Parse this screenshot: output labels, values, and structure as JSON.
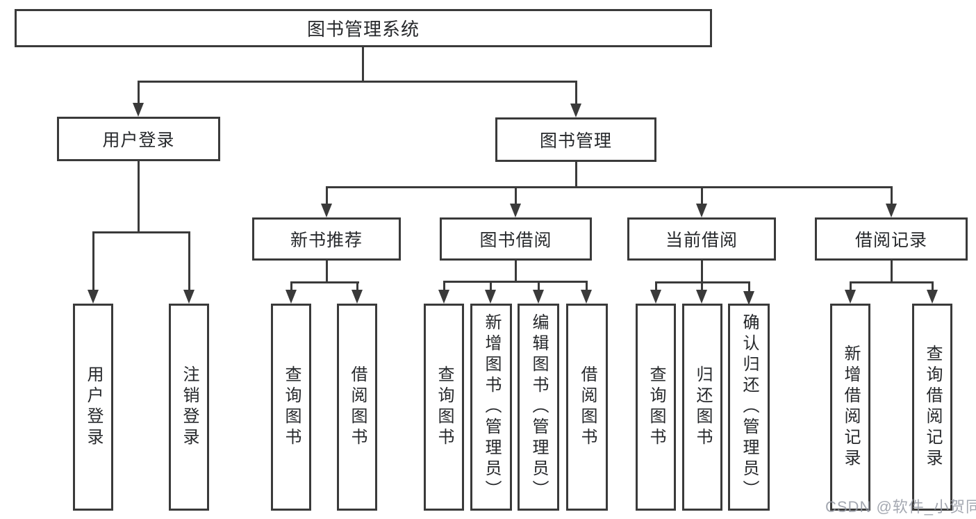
{
  "tree": {
    "root": "图书管理系统",
    "children": [
      {
        "label": "用户登录",
        "children": [
          "用户登录",
          "注销登录"
        ]
      },
      {
        "label": "图书管理",
        "children": [
          {
            "label": "新书推荐",
            "children": [
              "查询图书",
              "借阅图书"
            ]
          },
          {
            "label": "图书借阅",
            "children": [
              "查询图书",
              "新增图书（管理员）",
              "编辑图书（管理员）",
              "借阅图书"
            ]
          },
          {
            "label": "当前借阅",
            "children": [
              "查询图书",
              "归还图书",
              "确认归还（管理员）"
            ]
          },
          {
            "label": "借阅记录",
            "children": [
              "新增借阅记录",
              "查询借阅记录"
            ]
          }
        ]
      }
    ]
  },
  "watermark": {
    "text": "CSDN @软件_小贺同学"
  },
  "colors": {
    "line": "#3a3a3a",
    "text": "#26282b",
    "watermark": "#9499a3",
    "background": "#ffffff"
  }
}
